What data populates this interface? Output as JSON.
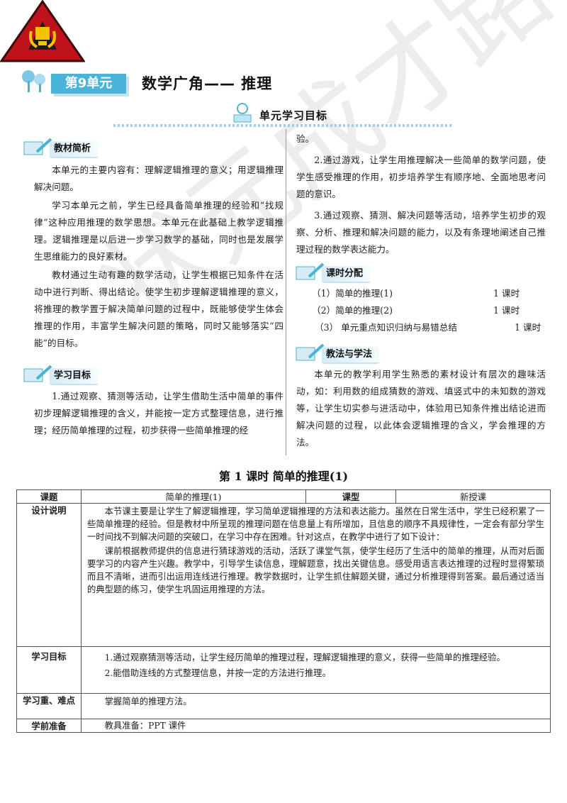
{
  "header": {
    "unit_badge": "第9单元",
    "unit_title": "数学广角—— 推理",
    "goals_banner": "单元学习目标"
  },
  "watermark": "状元成才路",
  "left": {
    "textbook": {
      "label": "教材简析",
      "paras": [
        "本单元的主要内容有：理解逻辑推理的意义；用逻辑推理解决问题。",
        "学习本单元之前，学生已经具备简单推理的经验和“找规律”这种应用推理的数学思想。本单元在此基础上教学逻辑推理。逻辑推理是以后进一步学习数学的基础，同时也是发展学生思维能力的良好素材。",
        "教材通过生动有趣的数学活动，让学生根据已知条件在活动中进行判断、得出结论。使学生初步理解逻辑推理的意义，将推理的教学置于解决简单问题的过程中，既能够使学生体会推理的作用，丰富学生解决问题的策略，同时又能够落实“四能”的目标。"
      ]
    },
    "goals": {
      "label": "学习目标",
      "para": "1.通过观察、猜测等活动，让学生借助生活中简单的事件初步理解逻辑推理的含义，并能按一定方式整理信息，进行推理；经历简单推理的过程，初步获得一些简单推理的经"
    }
  },
  "right": {
    "goals_cont": "验。",
    "goal2": "2.通过游戏，让学生用推理解决一些简单的数学问题，使学生感受推理的作用，初步培养学生有顺序地、全面地思考问题的意识。",
    "goal3": "3.通过观察、猜测、解决问题等活动，培养学生初步的观察、分析、推理和解决问题的能力，以及有条理地阐述自己推理过程的数学表达能力。",
    "schedule": {
      "label": "课时分配",
      "rows": [
        {
          "name": "（1）简单的推理(1)",
          "dur": "1 课时"
        },
        {
          "name": "（2）简单的推理(2)",
          "dur": "1 课时"
        },
        {
          "name": "（3） 单元重点知识归纳与易错总结",
          "dur": "1 课时"
        }
      ]
    },
    "method": {
      "label": "教法与学法",
      "para": "本单元的教学利用学生熟悉的素材设计有层次的趣味活动，如：利用数的组成猜数的游戏、填竖式中的未知数的游戏等，让学生切实参与进活动中，体验用已知条件推出结论进而解决问题的过程，以此体会逻辑推理的含义，学会推理的方法。"
    }
  },
  "lesson": {
    "title": "第 1 课时   简单的推理(1)",
    "table": {
      "topic_key": "课题",
      "topic_val": "简单的推理(1)",
      "type_key": "课型",
      "type_val": "新授课",
      "design_key": "设计说明",
      "design_p1": "本节课主要是让学生了解逻辑推理，学习简单逻辑推理的方法和表达能力。虽然在日常生活中，学生已经积累了一些简单推理的经验。但是教材中所呈现的推理问题在信息量上有所增加，且信息的顺序不具规律性，一定会有部分学生一时间找不到解决问题的突破口，在学习中存在困难。针对这点，在教学中进行了如下设计：",
      "design_p2": "课前根据教师提供的信息进行猜球游戏的活动，活跃了课堂气氛，使学生经历了生活中的简单的推理，从而对后面要学习的内容产生兴趣。教学中，引导学生读信息，理解题意，找出关键信息。感受用语言表达推理的过程时显得繁琐而且不清晰，进而引出运用连线进行推理。教学数据时，让学生抓住解题关键，通过分析推理得到答案。最后通过适当的典型题的练习，使学生巩固运用推理的方法。",
      "goals_key": "学习目标",
      "goals_1": "1.通过观察猜测等活动，让学生经历简单的推理过程，理解逻辑推理的意义，获得一些简单的推理经验。",
      "goals_2": "2.能借助连线的方式整理信息，并按一定的方法进行推理。",
      "key_key": "学习重、难点",
      "key_val": "掌握简单的推理方法。",
      "prep_key": "学前准备",
      "prep_val": "教具准备：PPT 课件"
    }
  }
}
